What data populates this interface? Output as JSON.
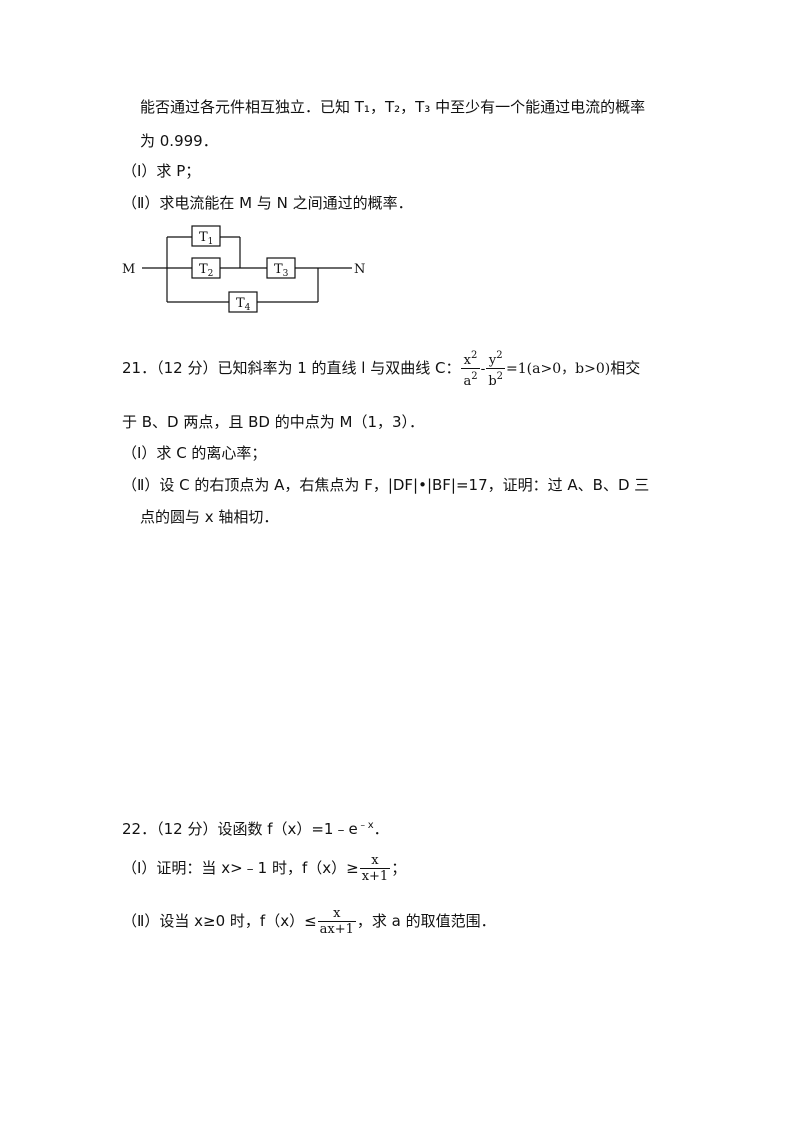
{
  "p20": {
    "line1": "能否通过各元件相互独立．已知 T₁，T₂，T₃ 中至少有一个能通过电流的概率",
    "line2": "为 0.999．",
    "part1": "（Ⅰ）求 P；",
    "part2": "（Ⅱ）求电流能在 M 与 N 之间通过的概率．"
  },
  "circuit": {
    "m": "M",
    "n": "N",
    "t1": "T",
    "t1_sub": "1",
    "t2": "T",
    "t2_sub": "2",
    "t3": "T",
    "t3_sub": "3",
    "t4": "T",
    "t4_sub": "4"
  },
  "p21": {
    "lead": "21．（12 分）已知斜率为 1 的直线 l 与双曲线 C：",
    "x": "x",
    "x_exp": "2",
    "a": "a",
    "a_exp": "2",
    "minus": "-",
    "y": "y",
    "y_exp": "2",
    "b": "b",
    "b_exp": "2",
    "cond": "=1(a>0，b>0)",
    "tail": "相交",
    "line2": "于 B、D 两点，且 BD 的中点为 M（1，3）．",
    "part1": "（Ⅰ）求 C 的离心率；",
    "part2": "（Ⅱ）设 C 的右顶点为 A，右焦点为 F，|DF|•|BF|=17，证明：过 A、B、D 三",
    "part2b": "点的圆与 x 轴相切．"
  },
  "p22": {
    "lead": "22．（12 分）设函数 f（x）=1﹣e",
    "exp": "﹣x",
    "end": "．",
    "part1": "（Ⅰ）证明：当 x>﹣1 时，f（x）≥",
    "part1_num": "x",
    "part1_den": "x+1",
    "part1_end": "；",
    "part2": "（Ⅱ）设当 x≥0 时，f（x）≤",
    "part2_num": "x",
    "part2_den": "ax+1",
    "part2_end": "，求 a 的取值范围．"
  }
}
